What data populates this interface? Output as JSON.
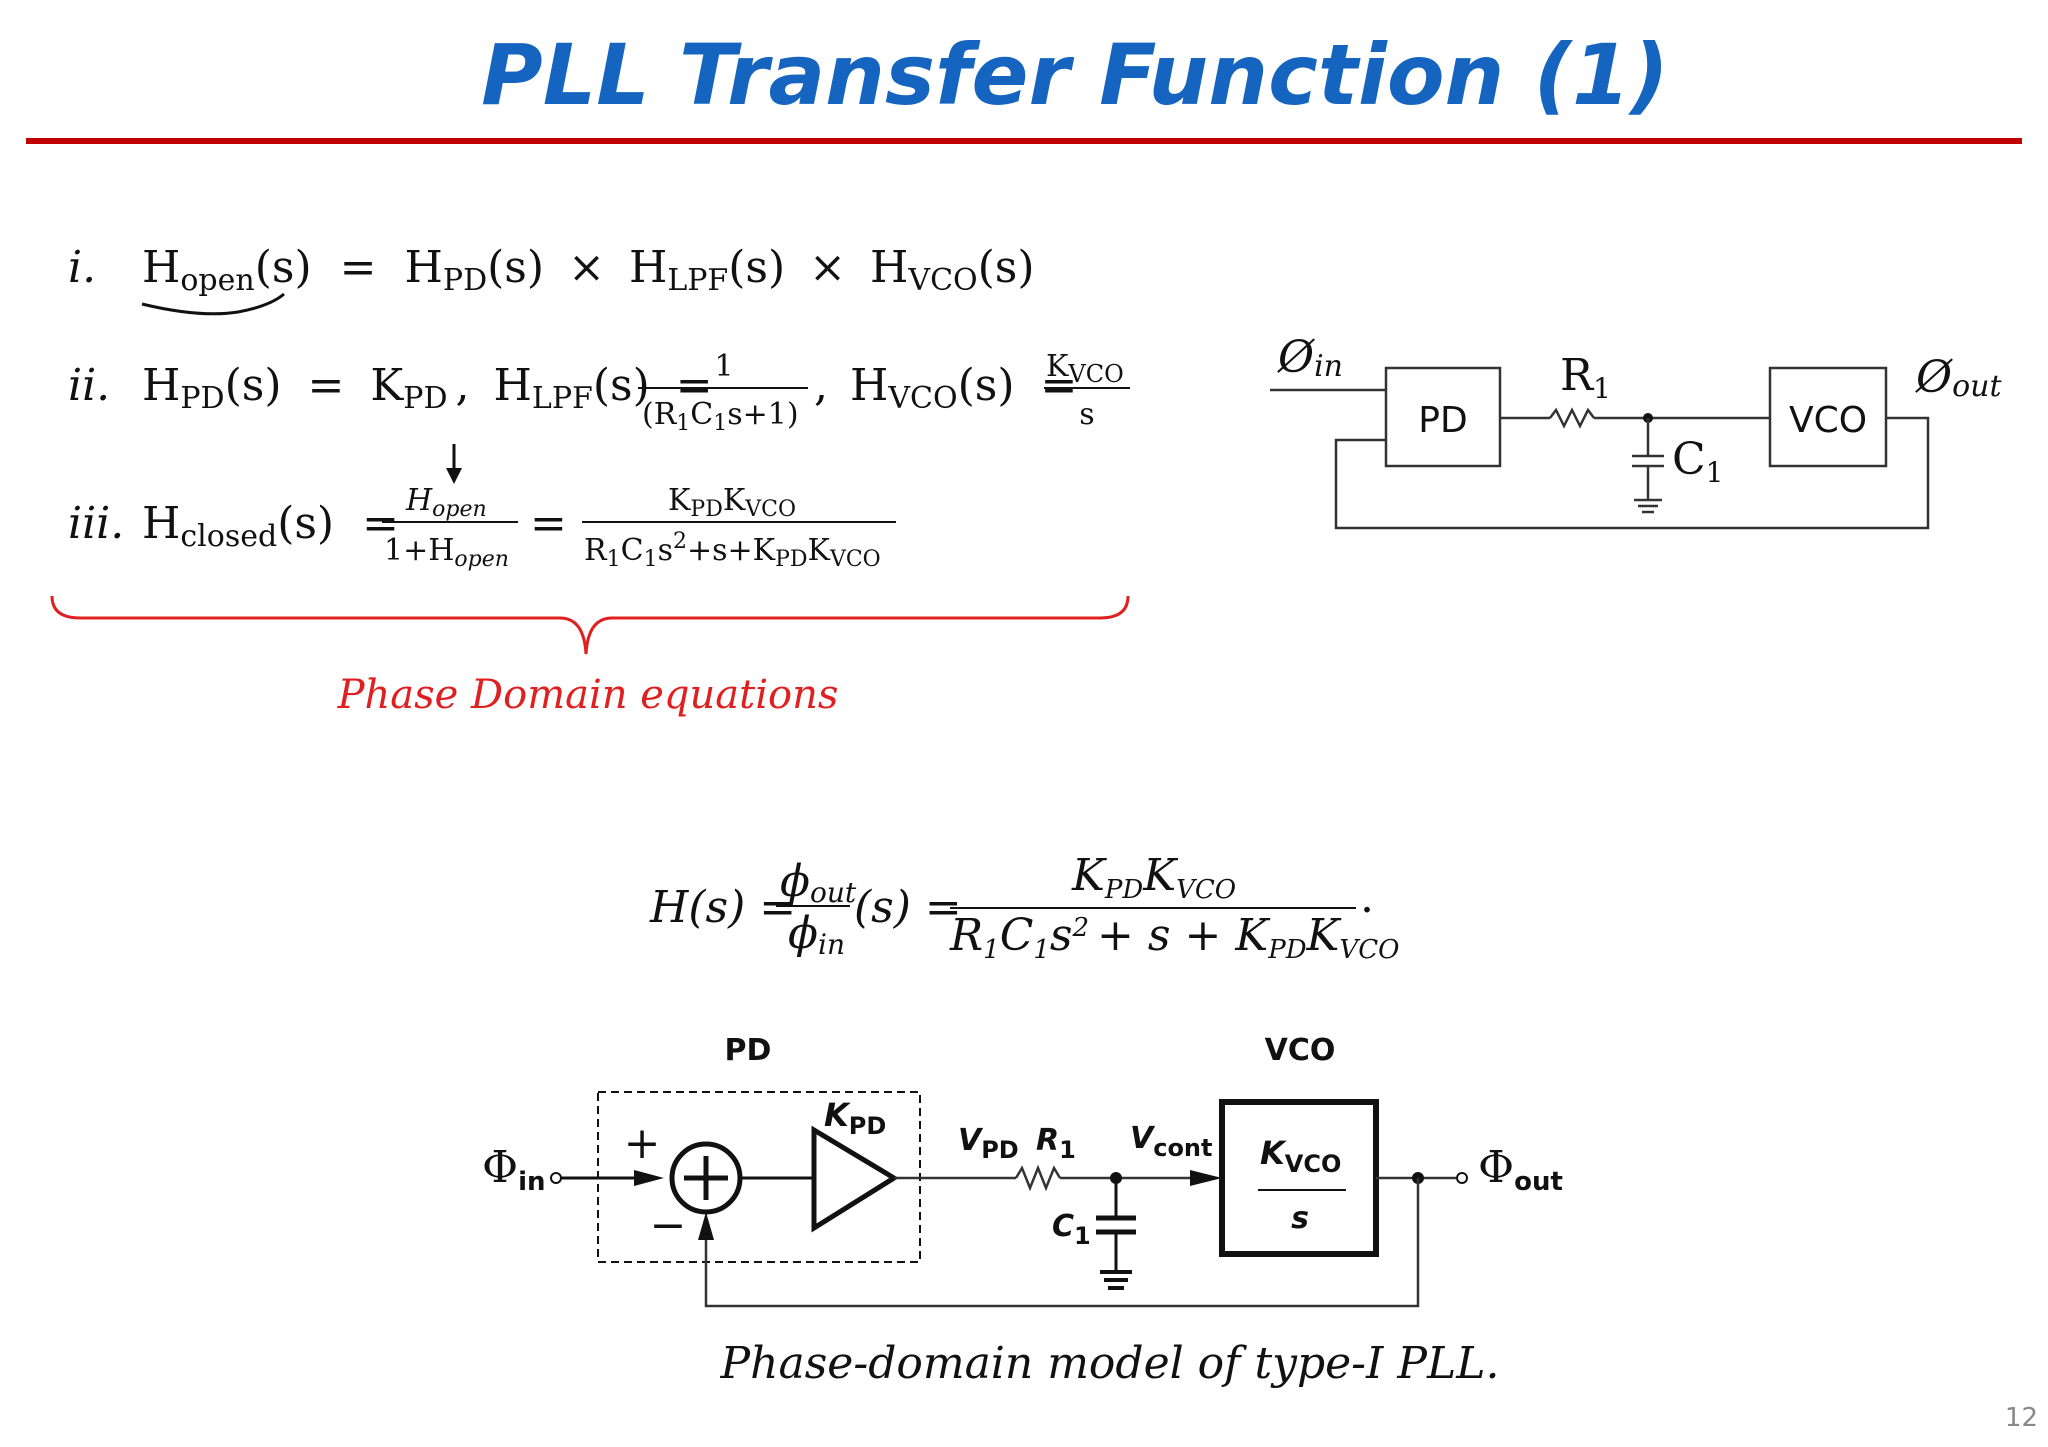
{
  "title": "PLL Transfer Function (1)",
  "slide_number": "12",
  "equations": {
    "i": {
      "label": "i.",
      "h_open": "H",
      "open_sub": "open",
      "arg": "(s)",
      "equals": "=",
      "pd": "H",
      "pd_sub": "PD",
      "times": "×",
      "lpf": "H",
      "lpf_sub": "LPF",
      "vco": "H",
      "vco_sub": "VCO"
    },
    "ii": {
      "label": "ii.",
      "kpd": "K",
      "kpd_sub": "PD",
      "lpf_num": "1",
      "lpf_den": "(R",
      "lpf_den_mid": "C",
      "lpf_den_end": "s+1)",
      "vco_num": "K",
      "vco_num_sub": "VCO",
      "vco_den": "s",
      "comma": ","
    },
    "iii": {
      "label": "iii.",
      "closed": "H",
      "closed_sub": "closed",
      "frac1_num": "H",
      "frac1_num_sub": "open",
      "frac1_den": "1+H",
      "frac1_den_sub": "open",
      "frac2_num": "K",
      "frac2_num_sub1": "PD",
      "frac2_num_mid": "K",
      "frac2_num_sub2": "VCO",
      "frac2_den": "R",
      "frac2_den_mid": "C",
      "frac2_den_plus": "+s+K",
      "frac2_den_sub1": "PD",
      "frac2_den_k": "K",
      "frac2_den_sub2": "VCO"
    },
    "brace_label": "Phase Domain equations"
  },
  "circuit_top": {
    "phi_in": "Ø",
    "phi_in_sub": "in",
    "phi_out": "Ø",
    "phi_out_sub": "out",
    "pd": "PD",
    "vco": "VCO",
    "r1": "R",
    "r1_sub": "1",
    "c1": "C",
    "c1_sub": "1"
  },
  "transfer": {
    "lhs": "H(s) =",
    "phi": "ϕ",
    "out_sub": "out",
    "in_sub": "in",
    "arg": "(s) =",
    "num": "K",
    "num_sub1": "PD",
    "num_k2": "K",
    "num_sub2": "VCO",
    "den_r": "R",
    "den_c": "C",
    "den_s": "s",
    "den_plus": "+ s + K",
    "den_sub1": "PD",
    "den_k2": "K",
    "den_sub2": "VCO",
    "period": "."
  },
  "block_diagram": {
    "pd_label": "PD",
    "vco_label": "VCO",
    "phi_in": "Φ",
    "phi_in_sub": "in",
    "phi_out": "Φ",
    "phi_out_sub": "out",
    "plus": "+",
    "minus": "−",
    "kpd": "K",
    "kpd_sub": "PD",
    "vpd": "V",
    "vpd_sub": "PD",
    "r1": "R",
    "r1_sub": "1",
    "vcont": "V",
    "vcont_sub": "cont",
    "c1": "C",
    "c1_sub": "1",
    "kvco": "K",
    "kvco_sub": "VCO",
    "kvco_den": "s",
    "caption": "Phase-domain model of type-I PLL."
  },
  "colors": {
    "title": "#1565c0",
    "rule": "#c00000",
    "brace": "#e02020"
  }
}
